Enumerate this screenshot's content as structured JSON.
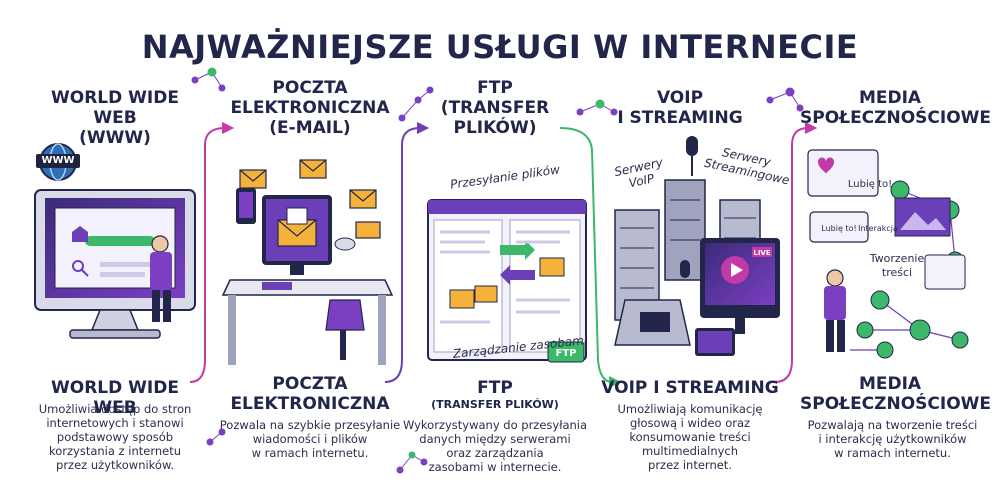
{
  "title": "NAJWAŻNIEJSZE USŁUGI W INTERNECIE",
  "columns": [
    {
      "top_label": "WORLD WIDE WEB\n(WWW)",
      "bottom_label": "WORLD WIDE WEB",
      "sub_label": "",
      "description": "Umożliwia dostęp do stron\ninternetowych i stanowi\npodstawowy sposób\nkorzystania z internetu\nprzez użytkowników.",
      "badge": "WWW"
    },
    {
      "top_label": "POCZTA\nELEKTRONICZNA\n(E-MAIL)",
      "bottom_label": "POCZTA\nELEKTRONICZNA",
      "sub_label": "",
      "description": "Pozwala na szybkie przesyłanie\nwiadomości i plików\nw ramach internetu."
    },
    {
      "top_label": "FTP\n(TRANSFER\nPLIKÓW)",
      "bottom_label": "FTP",
      "sub_label": "(TRANSFER PLIKÓW)",
      "description": "Wykorzystywany do przesyłania\ndanych między serwerami\noraz zarządzania\nzasobami w internecie.",
      "illus_top": "Przesyłanie plików",
      "illus_bottom": "Zarządzanie zasobami",
      "badge": "FTP"
    },
    {
      "top_label": "VOIP\nI STREAMING",
      "bottom_label": "VOIP I STREAMING",
      "sub_label": "",
      "description": "Umożliwiają komunikację\ngłosową i wideo oraz\nkonsumowanie treści\nmultimedialnych\nprzez internet.",
      "illus_left": "Serwery\nVoIP",
      "illus_right": "Serwery\nStreamingowe",
      "badge": "LIVE"
    },
    {
      "top_label": "MEDIA\nSPOŁECZNOŚCIOWE",
      "bottom_label": "MEDIA\nSPOŁECZNOŚCIOWE",
      "sub_label": "",
      "description": "Pozwalają na tworzenie treści\ni interakcję użytkowników\nw ramach internetu.",
      "illus_like": "Lubię to!",
      "illus_like_small": "Lubię to!",
      "illus_interact": "Interakcja",
      "illus_create": "Tworzenie\ntreści"
    }
  ],
  "colors": {
    "primary": "#6b3fb8",
    "accent_magenta": "#c13aa8",
    "accent_green": "#3bb86a",
    "dark": "#22264a"
  }
}
